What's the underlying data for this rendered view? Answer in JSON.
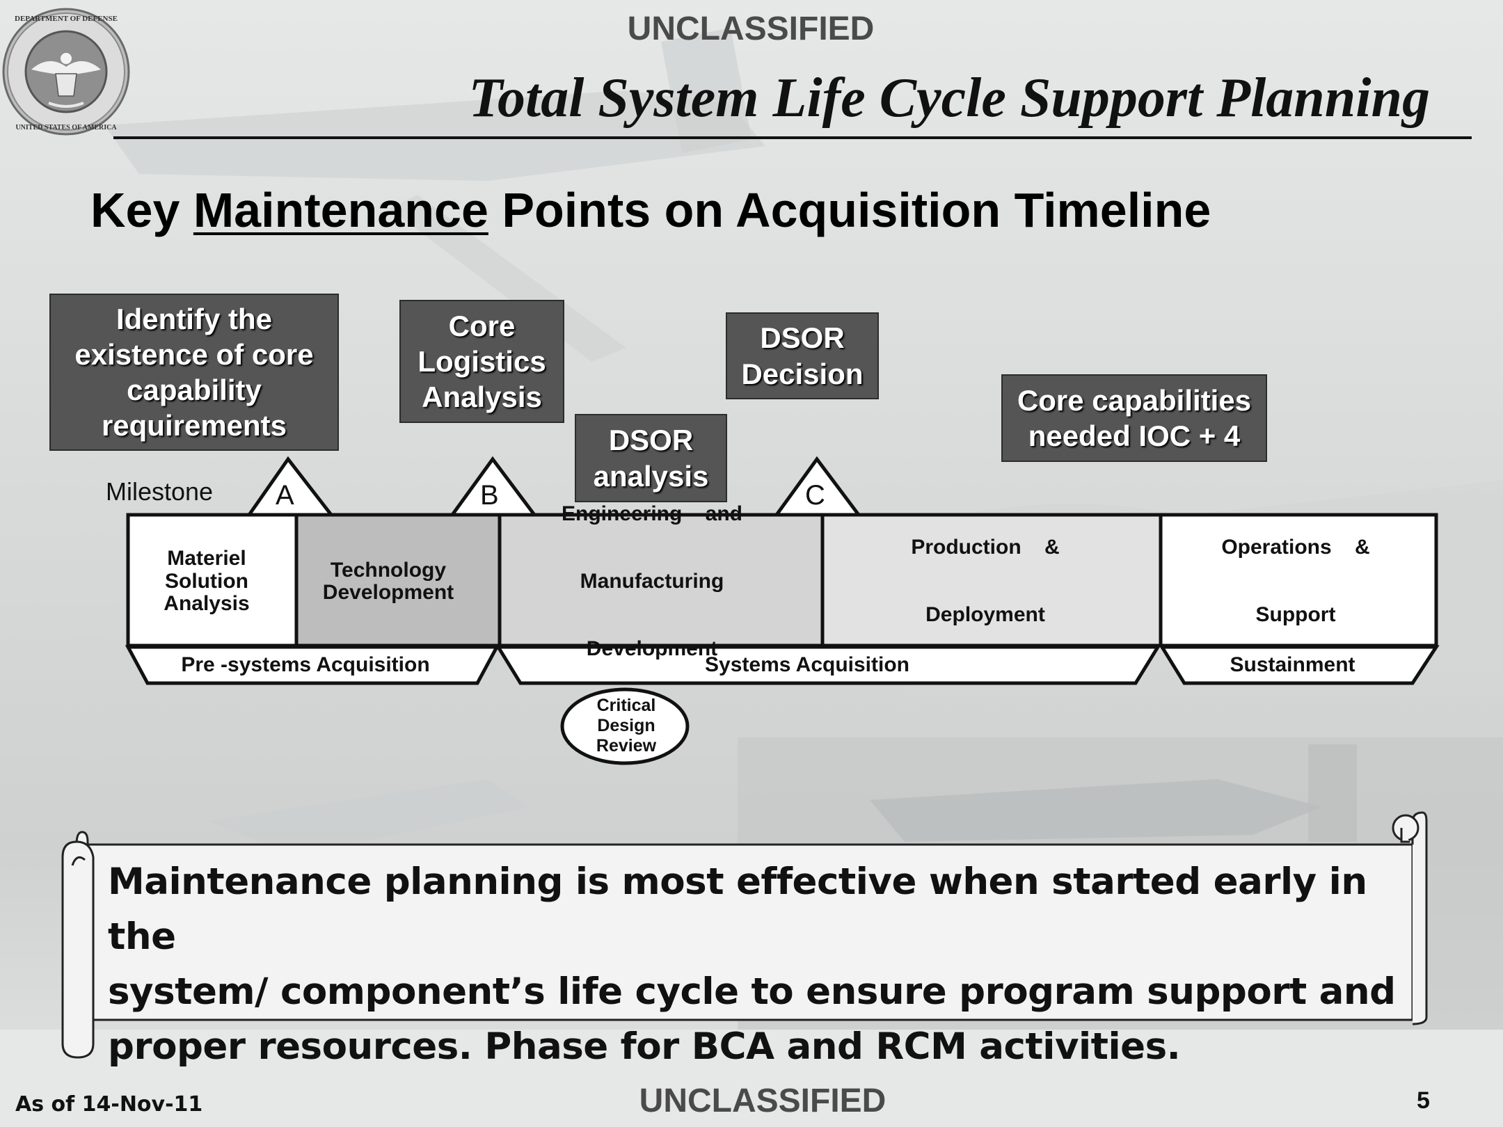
{
  "header": {
    "classification_top": "UNCLASSIFIED",
    "title": "Total System Life Cycle Support Planning",
    "seal_text": "DEPARTMENT OF DEFENSE · UNITED STATES OF AMERICA"
  },
  "subtitle": {
    "prefix": "Key",
    "emphasis": "Maintenance",
    "suffix": "Points on Acquisition Timeline"
  },
  "callouts": {
    "identify": [
      "Identify the",
      "existence of core",
      "capability",
      "requirements"
    ],
    "core_logistics": [
      "Core",
      "Logistics",
      "Analysis"
    ],
    "dsor_analysis": [
      "DSOR",
      "analysis"
    ],
    "dsor_decision": [
      "DSOR",
      "Decision"
    ],
    "core_capabilities": [
      "Core capabilities",
      "needed IOC + 4"
    ]
  },
  "milestones": {
    "label": "Milestone",
    "a": "A",
    "b": "B",
    "c": "C"
  },
  "phases": {
    "msa": [
      "Materiel",
      "Solution",
      "Analysis"
    ],
    "td": [
      "Technology",
      "Development"
    ],
    "emd": [
      "Engineering    and",
      "Manufacturing",
      "Development"
    ],
    "pd": [
      "Production    &",
      "Deployment"
    ],
    "os": [
      "Operations    &",
      "Support"
    ]
  },
  "bands": {
    "pre_systems": "Pre -systems Acquisition",
    "systems": "Systems Acquisition",
    "sustainment": "Sustainment"
  },
  "cdr": [
    "Critical",
    "Design",
    "Review"
  ],
  "scroll": {
    "lines": [
      "Maintenance planning is  most effective  when started early in the",
      "system/ component’s life cycle to  ensure program support and",
      "proper resources.   Phase for BCA and RCM activities."
    ]
  },
  "footer": {
    "date": "As of 14-Nov-11",
    "classification_bottom": "UNCLASSIFIED",
    "page_number": "5"
  }
}
